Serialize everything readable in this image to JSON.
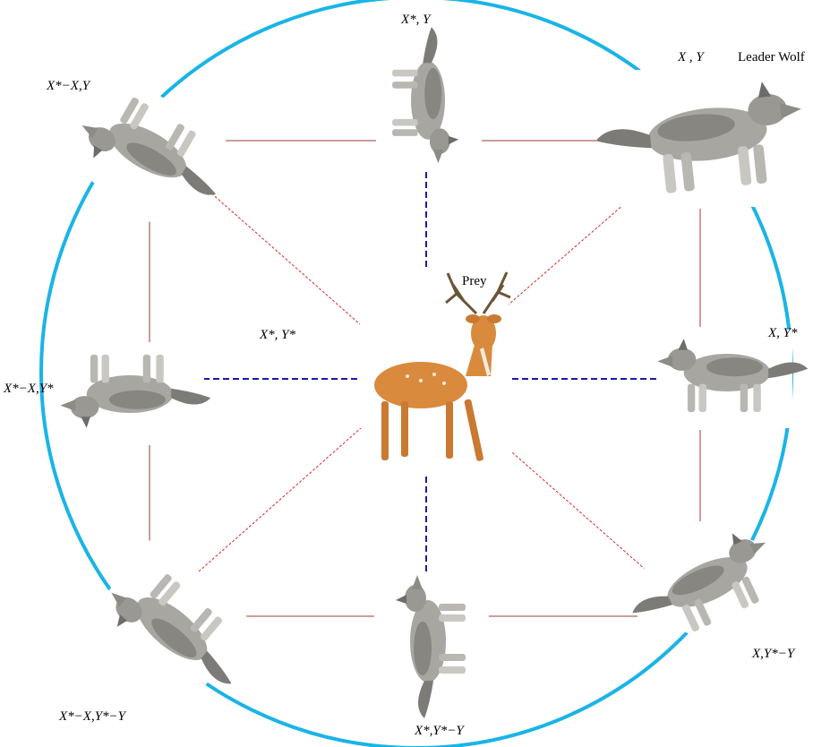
{
  "labels": {
    "leader": "Leader Wolf",
    "prey": "Prey",
    "center": "X*, Y*",
    "top_wolf": "X*, Y",
    "leader_wolf": "X , Y",
    "top_left_wolf": "X*−X,Y",
    "right_wolf": "X, Y*",
    "left_wolf": "X*−X,Y*",
    "bottom_left_wolf": "X*−X,Y*−Y",
    "bottom_wolf": "X*,Y*−Y",
    "bottom_right_wolf": "X,Y*−Y"
  },
  "colors": {
    "circle": "#1ab4e6",
    "solid_edge": "#9b3a33",
    "red_dashed": "#d62b2b",
    "blue_dashed": "#1a1aa6",
    "wolf_fur": "#a8a6a0",
    "wolf_dark": "#6e6c68",
    "deer_body": "#d98a3c",
    "deer_antler": "#6b5538"
  },
  "icons": {
    "wolf": "wolf-image",
    "deer": "deer-image"
  }
}
